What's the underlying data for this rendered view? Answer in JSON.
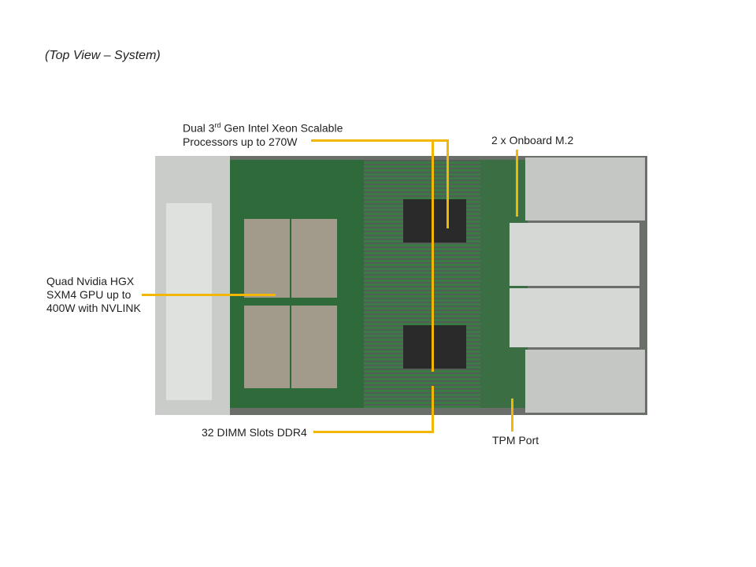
{
  "title": "(Top View – System)",
  "callouts": {
    "cpu_line1_a": "Dual 3",
    "cpu_line1_sup": "rd",
    "cpu_line1_b": " Gen Intel Xeon  Scalable",
    "cpu_line2": "Processors up to 270W",
    "m2": "2 x Onboard M.2",
    "gpu_line1": "Quad Nvidia HGX",
    "gpu_line2": "SXM4  GPU up to",
    "gpu_line3": "400W with NVLINK",
    "dimm": "32 DIMM  Slots DDR4",
    "tpm": "TPM Port"
  },
  "colors": {
    "callout_line": "#f2b705"
  }
}
